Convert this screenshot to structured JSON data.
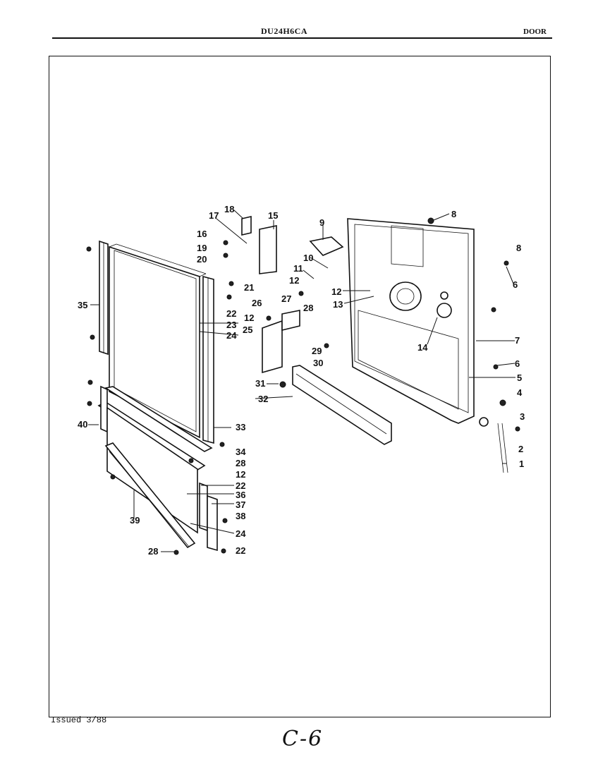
{
  "header": {
    "model": "DU24H6CA",
    "section": "DOOR"
  },
  "footer": {
    "issued": "Issued 3/88",
    "page_code": "C-6"
  },
  "callouts": {
    "c1": "1",
    "c2": "2",
    "c3": "3",
    "c4": "4",
    "c5": "5",
    "c6a": "6",
    "c6b": "6",
    "c7": "7",
    "c8a": "8",
    "c8b": "8",
    "c9": "9",
    "c10": "10",
    "c11": "11",
    "c12a": "12",
    "c12b": "12",
    "c12c": "12",
    "c12d": "12",
    "c13": "13",
    "c14": "14",
    "c15": "15",
    "c16": "16",
    "c17": "17",
    "c18": "18",
    "c19": "19",
    "c20": "20",
    "c21": "21",
    "c22a": "22",
    "c22b": "22",
    "c22c": "22",
    "c23": "23",
    "c24a": "24",
    "c24b": "24",
    "c25": "25",
    "c26": "26",
    "c27": "27",
    "c28a": "28",
    "c28b": "28",
    "c28c": "28",
    "c29": "29",
    "c30": "30",
    "c31": "31",
    "c32": "32",
    "c33": "33",
    "c34": "34",
    "c35": "35",
    "c36": "36",
    "c37": "37",
    "c38": "38",
    "c39": "39",
    "c40": "40"
  }
}
